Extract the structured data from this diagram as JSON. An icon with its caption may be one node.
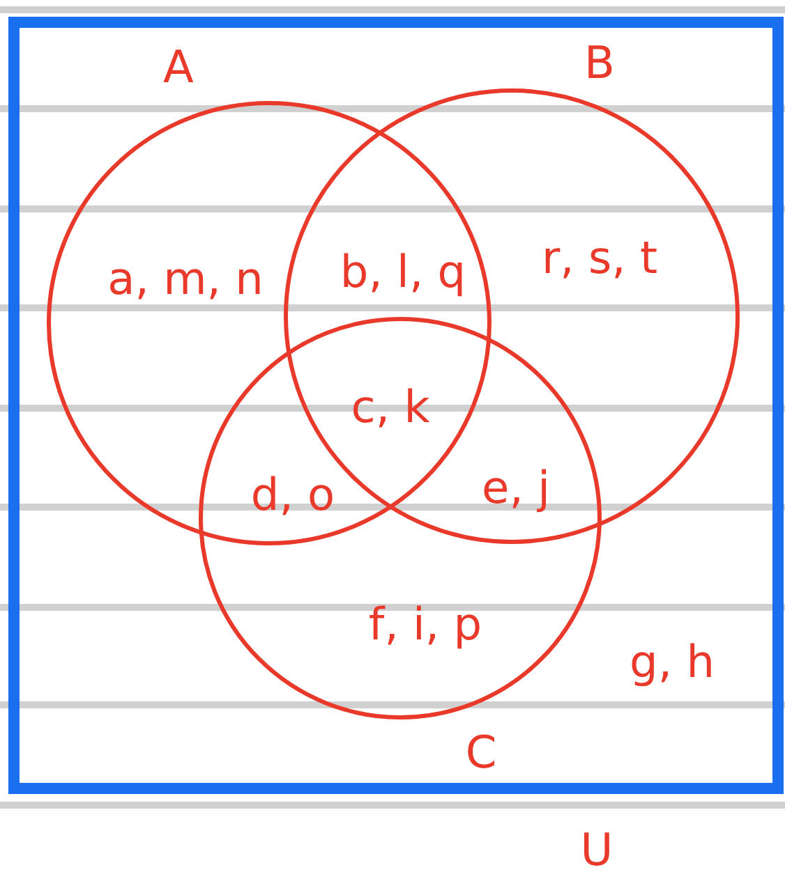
{
  "diagram": {
    "nodes": [
      {
        "text": [
          "U"
        ]
      },
      {
        "text": [
          "A"
        ],
        "in": 0
      },
      {
        "text": [
          "B"
        ],
        "in": 0
      },
      {
        "text": [
          "C"
        ],
        "in": 0
      }
    ],
    "edges": [],
    "labels": [
      "a, m, n",
      "b, l, q",
      "r, s, t",
      "c, k",
      "d, o",
      "e, j",
      "f, i, p",
      "g, h"
    ]
  }
}
